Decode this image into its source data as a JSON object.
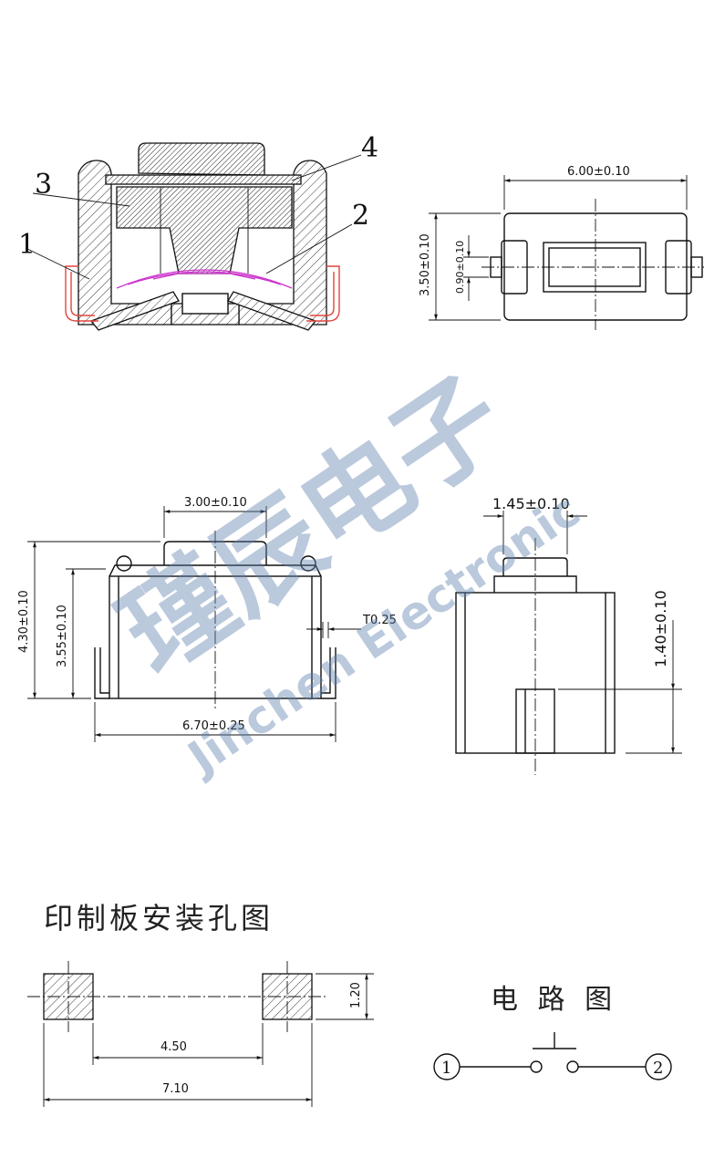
{
  "watermark": {
    "cn": "瑾辰电子",
    "en": "Jinchen Electronic"
  },
  "section_view": {
    "labels": [
      "1",
      "2",
      "3",
      "4"
    ]
  },
  "top_view": {
    "width_dim": "6.00±0.10",
    "height_dim": "3.50±0.10",
    "button_dim": "0.90±0.10"
  },
  "front_view": {
    "button_width_dim": "3.00±0.10",
    "total_height_dim": "4.30±0.10",
    "body_height_dim": "3.55±0.10",
    "thickness_dim": "T0.25",
    "length_dim": "6.70±0.25"
  },
  "side_view": {
    "button_width_dim": "1.45±0.10",
    "terminal_height_dim": "1.40±0.10"
  },
  "pcb_layout": {
    "title": "印制板安装孔图",
    "pad_height_dim": "1.20",
    "inner_dim": "4.50",
    "outer_dim": "7.10"
  },
  "circuit": {
    "title": "电 路 图",
    "pin1": "1",
    "pin2": "2"
  },
  "colors": {
    "line": "#111111",
    "red_terminal": "#e0463c",
    "dome": "#cc33cc",
    "watermark": "#5d7fae"
  }
}
